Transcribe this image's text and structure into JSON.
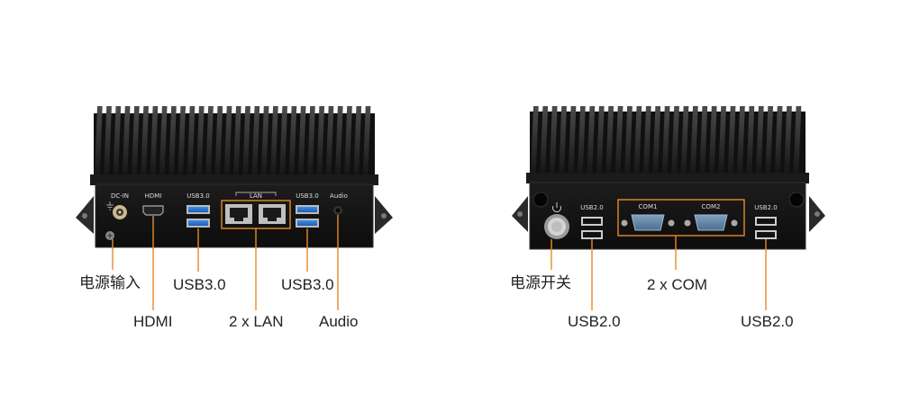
{
  "accent_color": "#e8892b",
  "left_device": {
    "panel_labels": {
      "dc_in": "DC-IN",
      "hdmi": "HDMI",
      "usb_left": "USB3.0",
      "lan": "LAN",
      "usb_right": "USB3.0",
      "audio": "Audio"
    },
    "callouts": {
      "power_input": "电源输入",
      "hdmi": "HDMI",
      "usb_left": "USB3.0",
      "lan": "2 x LAN",
      "usb_right": "USB3.0",
      "audio": "Audio"
    }
  },
  "right_device": {
    "panel_labels": {
      "usb_left": "USB2.0",
      "com1": "COM1",
      "com2": "COM2",
      "usb_right": "USB2.0"
    },
    "callouts": {
      "power_switch": "电源开关",
      "usb_left": "USB2.0",
      "com": "2 x COM",
      "usb_right": "USB2.0"
    }
  }
}
